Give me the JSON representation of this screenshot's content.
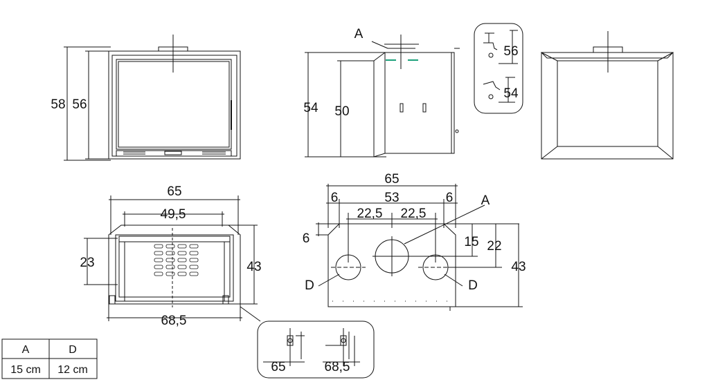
{
  "front_view": {
    "dims": [
      "58",
      "56"
    ]
  },
  "side_view": {
    "label_a": "A",
    "dims": [
      "54",
      "50"
    ]
  },
  "side_detail": {
    "dims": [
      "56",
      "54"
    ]
  },
  "top_view": {
    "dims": [
      "65",
      "49,5",
      "23",
      "43",
      "68,5"
    ]
  },
  "top_detail": {
    "dims": [
      "65",
      "68,5"
    ]
  },
  "plan_view": {
    "dims": [
      "65",
      "6",
      "53",
      "6",
      "22,5",
      "22,5",
      "6",
      "15",
      "22",
      "43"
    ],
    "labels": [
      "A",
      "D",
      "D"
    ]
  },
  "legend": {
    "headers": [
      "A",
      "D"
    ],
    "values": [
      "15 cm",
      "12 cm"
    ]
  },
  "colors": {
    "line": "#111111",
    "accent": "#1aa07a"
  }
}
